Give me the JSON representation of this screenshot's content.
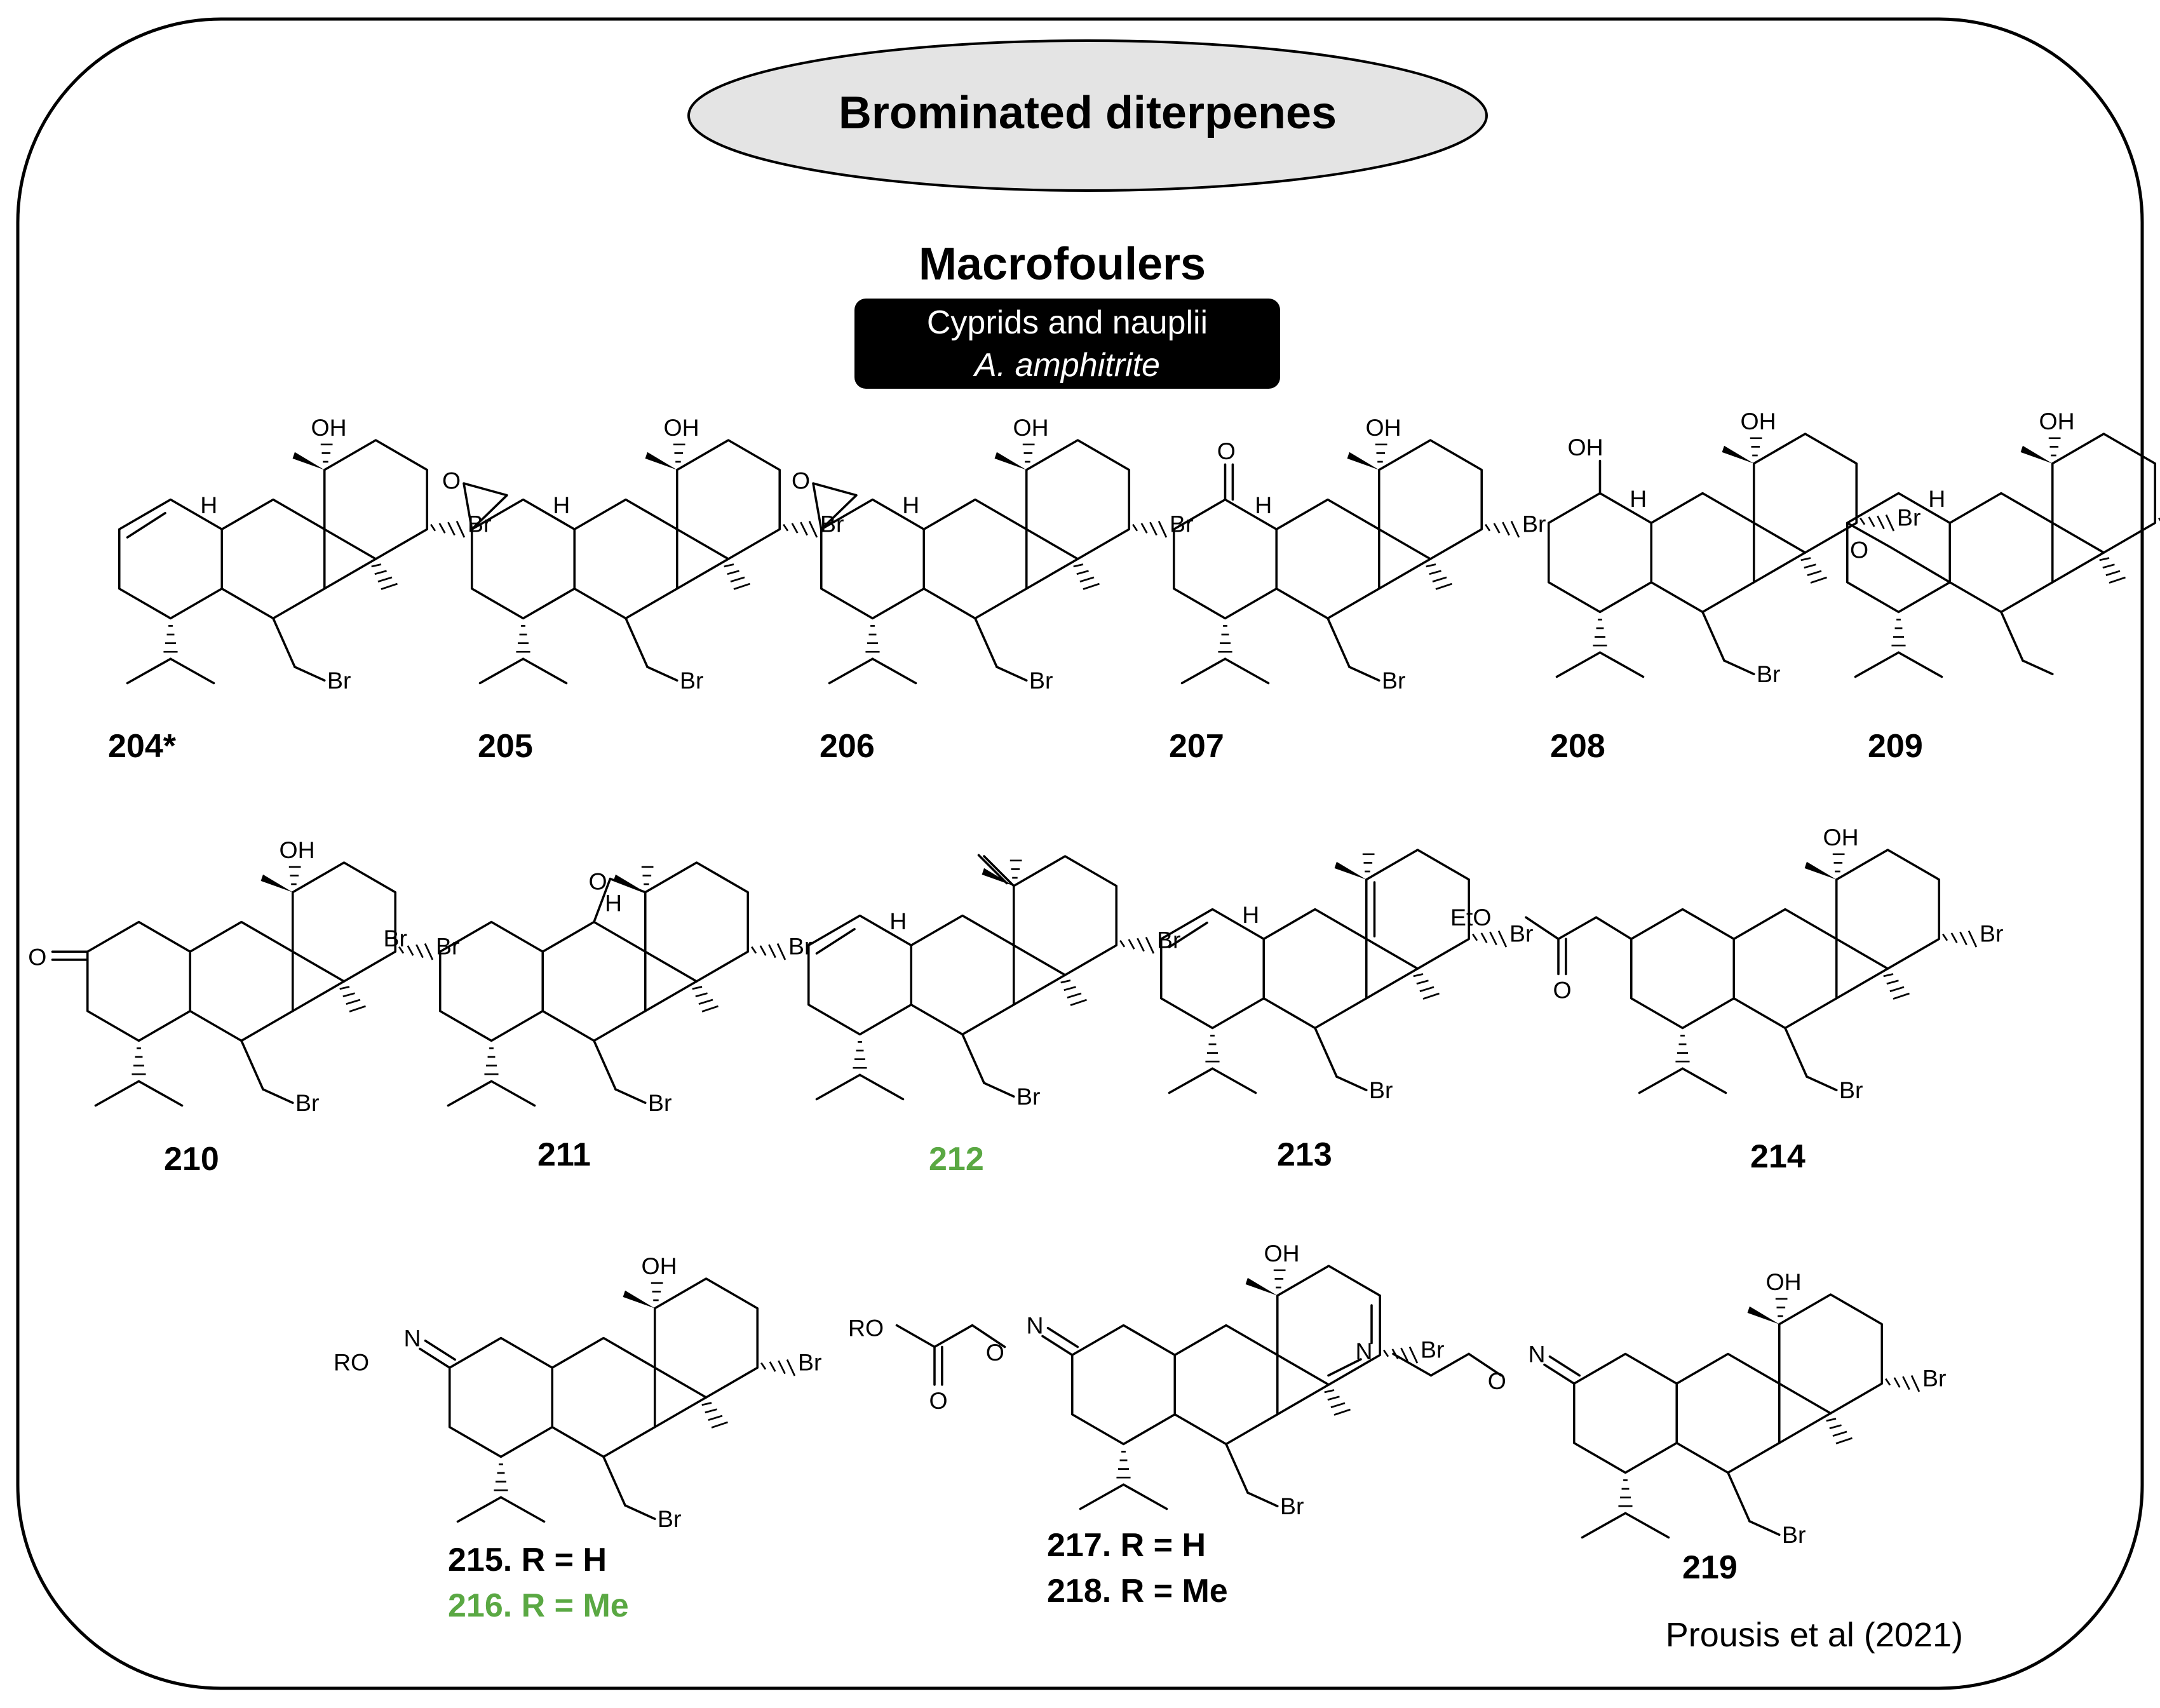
{
  "title": "Brominated diterpenes",
  "section_title": "Macrofoulers",
  "target_box": {
    "line1": "Cyprids and nauplii",
    "line2": "A. amphitrite"
  },
  "citation": "Prousis et al (2021)",
  "colors": {
    "highlight": "#5aa843",
    "text": "#000000",
    "ellipse_fill": "#e4e4e4",
    "box_fill": "#000000",
    "box_text": "#ffffff"
  },
  "compounds": [
    {
      "id": "204",
      "label": "204*",
      "highlight": false
    },
    {
      "id": "205",
      "label": "205",
      "highlight": false
    },
    {
      "id": "206",
      "label": "206",
      "highlight": false
    },
    {
      "id": "207",
      "label": "207",
      "highlight": false
    },
    {
      "id": "208",
      "label": "208",
      "highlight": false
    },
    {
      "id": "209",
      "label": "209",
      "highlight": false
    },
    {
      "id": "210",
      "label": "210",
      "highlight": false
    },
    {
      "id": "211",
      "label": "211",
      "highlight": false
    },
    {
      "id": "212",
      "label": "212",
      "highlight": true
    },
    {
      "id": "213",
      "label": "213",
      "highlight": false
    },
    {
      "id": "214",
      "label": "214",
      "highlight": false
    },
    {
      "id": "215",
      "label": "215. R = H",
      "highlight": false
    },
    {
      "id": "216",
      "label": "216. R = Me",
      "highlight": true
    },
    {
      "id": "217",
      "label": "217. R = H",
      "highlight": false
    },
    {
      "id": "218",
      "label": "218. R = Me",
      "highlight": false
    },
    {
      "id": "219",
      "label": "219",
      "highlight": false
    }
  ],
  "atom_labels": {
    "oh": "OH",
    "h": "H",
    "br": "Br",
    "o": "O",
    "eto": "EtO",
    "ro": "RO",
    "ro_oxime": "RO",
    "n": "N"
  }
}
